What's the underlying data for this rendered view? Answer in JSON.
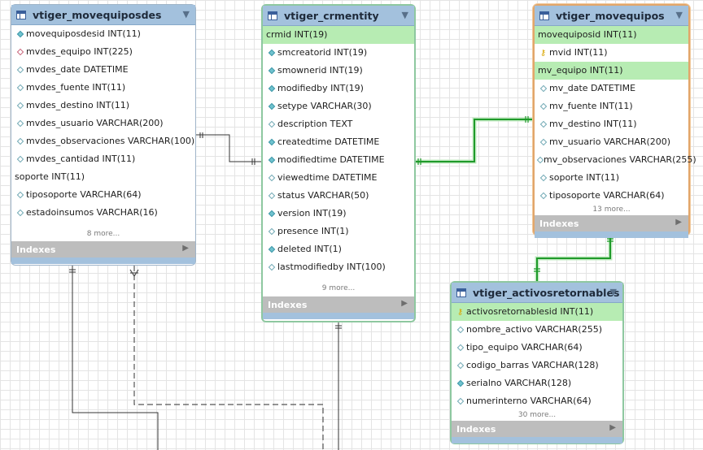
{
  "tables": {
    "movequiposdes": {
      "title": "vtiger_movequiposdes",
      "columns": [
        {
          "text": "movequiposdesid INT(11)",
          "icon": "teal-diamond-icon",
          "highlight": false
        },
        {
          "text": "mvdes_equipo INT(225)",
          "icon": "pink-diamond-icon",
          "highlight": false
        },
        {
          "text": "mvdes_date DATETIME",
          "icon": "hollow-diamond-icon",
          "highlight": false
        },
        {
          "text": "mvdes_fuente INT(11)",
          "icon": "hollow-diamond-icon",
          "highlight": false
        },
        {
          "text": "mvdes_destino INT(11)",
          "icon": "hollow-diamond-icon",
          "highlight": false
        },
        {
          "text": "mvdes_usuario VARCHAR(200)",
          "icon": "hollow-diamond-icon",
          "highlight": false
        },
        {
          "text": "mvdes_observaciones VARCHAR(100)",
          "icon": "hollow-diamond-icon",
          "highlight": false
        },
        {
          "text": "mvdes_cantidad INT(11)",
          "icon": "hollow-diamond-icon",
          "highlight": false
        },
        {
          "text": "soporte INT(11)",
          "icon": "",
          "highlight": false
        },
        {
          "text": "tiposoporte VARCHAR(64)",
          "icon": "hollow-diamond-icon",
          "highlight": false
        },
        {
          "text": "estadoinsumos VARCHAR(16)",
          "icon": "hollow-diamond-icon",
          "highlight": false
        }
      ],
      "more": "8 more...",
      "indexes": "Indexes"
    },
    "crmentity": {
      "title": "vtiger_crmentity",
      "columns": [
        {
          "text": "crmid INT(19)",
          "icon": "",
          "highlight": true
        },
        {
          "text": "smcreatorid INT(19)",
          "icon": "teal-diamond-icon",
          "highlight": false
        },
        {
          "text": "smownerid INT(19)",
          "icon": "teal-diamond-icon",
          "highlight": false
        },
        {
          "text": "modifiedby INT(19)",
          "icon": "teal-diamond-icon",
          "highlight": false
        },
        {
          "text": "setype VARCHAR(30)",
          "icon": "teal-diamond-icon",
          "highlight": false
        },
        {
          "text": "description TEXT",
          "icon": "hollow-diamond-icon",
          "highlight": false
        },
        {
          "text": "createdtime DATETIME",
          "icon": "teal-diamond-icon",
          "highlight": false
        },
        {
          "text": "modifiedtime DATETIME",
          "icon": "teal-diamond-icon",
          "highlight": false
        },
        {
          "text": "viewedtime DATETIME",
          "icon": "hollow-diamond-icon",
          "highlight": false
        },
        {
          "text": "status VARCHAR(50)",
          "icon": "hollow-diamond-icon",
          "highlight": false
        },
        {
          "text": "version INT(19)",
          "icon": "teal-diamond-icon",
          "highlight": false
        },
        {
          "text": "presence INT(1)",
          "icon": "hollow-diamond-icon",
          "highlight": false
        },
        {
          "text": "deleted INT(1)",
          "icon": "teal-diamond-icon",
          "highlight": false
        },
        {
          "text": "lastmodifiedby INT(100)",
          "icon": "hollow-diamond-icon",
          "highlight": false
        }
      ],
      "more": "9 more...",
      "indexes": "Indexes"
    },
    "movequipos": {
      "title": "vtiger_movequipos",
      "columns": [
        {
          "text": "movequiposid INT(11)",
          "icon": "",
          "highlight": true
        },
        {
          "text": "mvid INT(11)",
          "icon": "key-icon",
          "highlight": false
        },
        {
          "text": "mv_equipo INT(11)",
          "icon": "",
          "highlight": true
        },
        {
          "text": "mv_date DATETIME",
          "icon": "hollow-diamond-icon",
          "highlight": false
        },
        {
          "text": "mv_fuente INT(11)",
          "icon": "hollow-diamond-icon",
          "highlight": false
        },
        {
          "text": "mv_destino INT(11)",
          "icon": "hollow-diamond-icon",
          "highlight": false
        },
        {
          "text": "mv_usuario VARCHAR(200)",
          "icon": "hollow-diamond-icon",
          "highlight": false
        },
        {
          "text": "mv_observaciones VARCHAR(255)",
          "icon": "hollow-diamond-icon",
          "highlight": false
        },
        {
          "text": "soporte INT(11)",
          "icon": "hollow-diamond-icon",
          "highlight": false
        },
        {
          "text": "tiposoporte VARCHAR(64)",
          "icon": "hollow-diamond-icon",
          "highlight": false
        }
      ],
      "more": "13 more...",
      "indexes": "Indexes"
    },
    "activosretornables": {
      "title": "vtiger_activosretornables",
      "columns": [
        {
          "text": "activosretornablesid INT(11)",
          "icon": "key-icon",
          "highlight": true
        },
        {
          "text": "nombre_activo VARCHAR(255)",
          "icon": "hollow-diamond-icon",
          "highlight": false
        },
        {
          "text": "tipo_equipo VARCHAR(64)",
          "icon": "hollow-diamond-icon",
          "highlight": false
        },
        {
          "text": "codigo_barras VARCHAR(128)",
          "icon": "hollow-diamond-icon",
          "highlight": false
        },
        {
          "text": "serialno VARCHAR(128)",
          "icon": "teal-diamond-icon",
          "highlight": false
        },
        {
          "text": "numerinterno VARCHAR(64)",
          "icon": "hollow-diamond-icon",
          "highlight": false
        }
      ],
      "more": "30 more...",
      "indexes": "Indexes"
    }
  },
  "colors": {
    "header": "#a3c1dd",
    "highlight_row": "#b7ecb3",
    "selected_relation": "#1f9a2a",
    "relation": "#333333"
  }
}
